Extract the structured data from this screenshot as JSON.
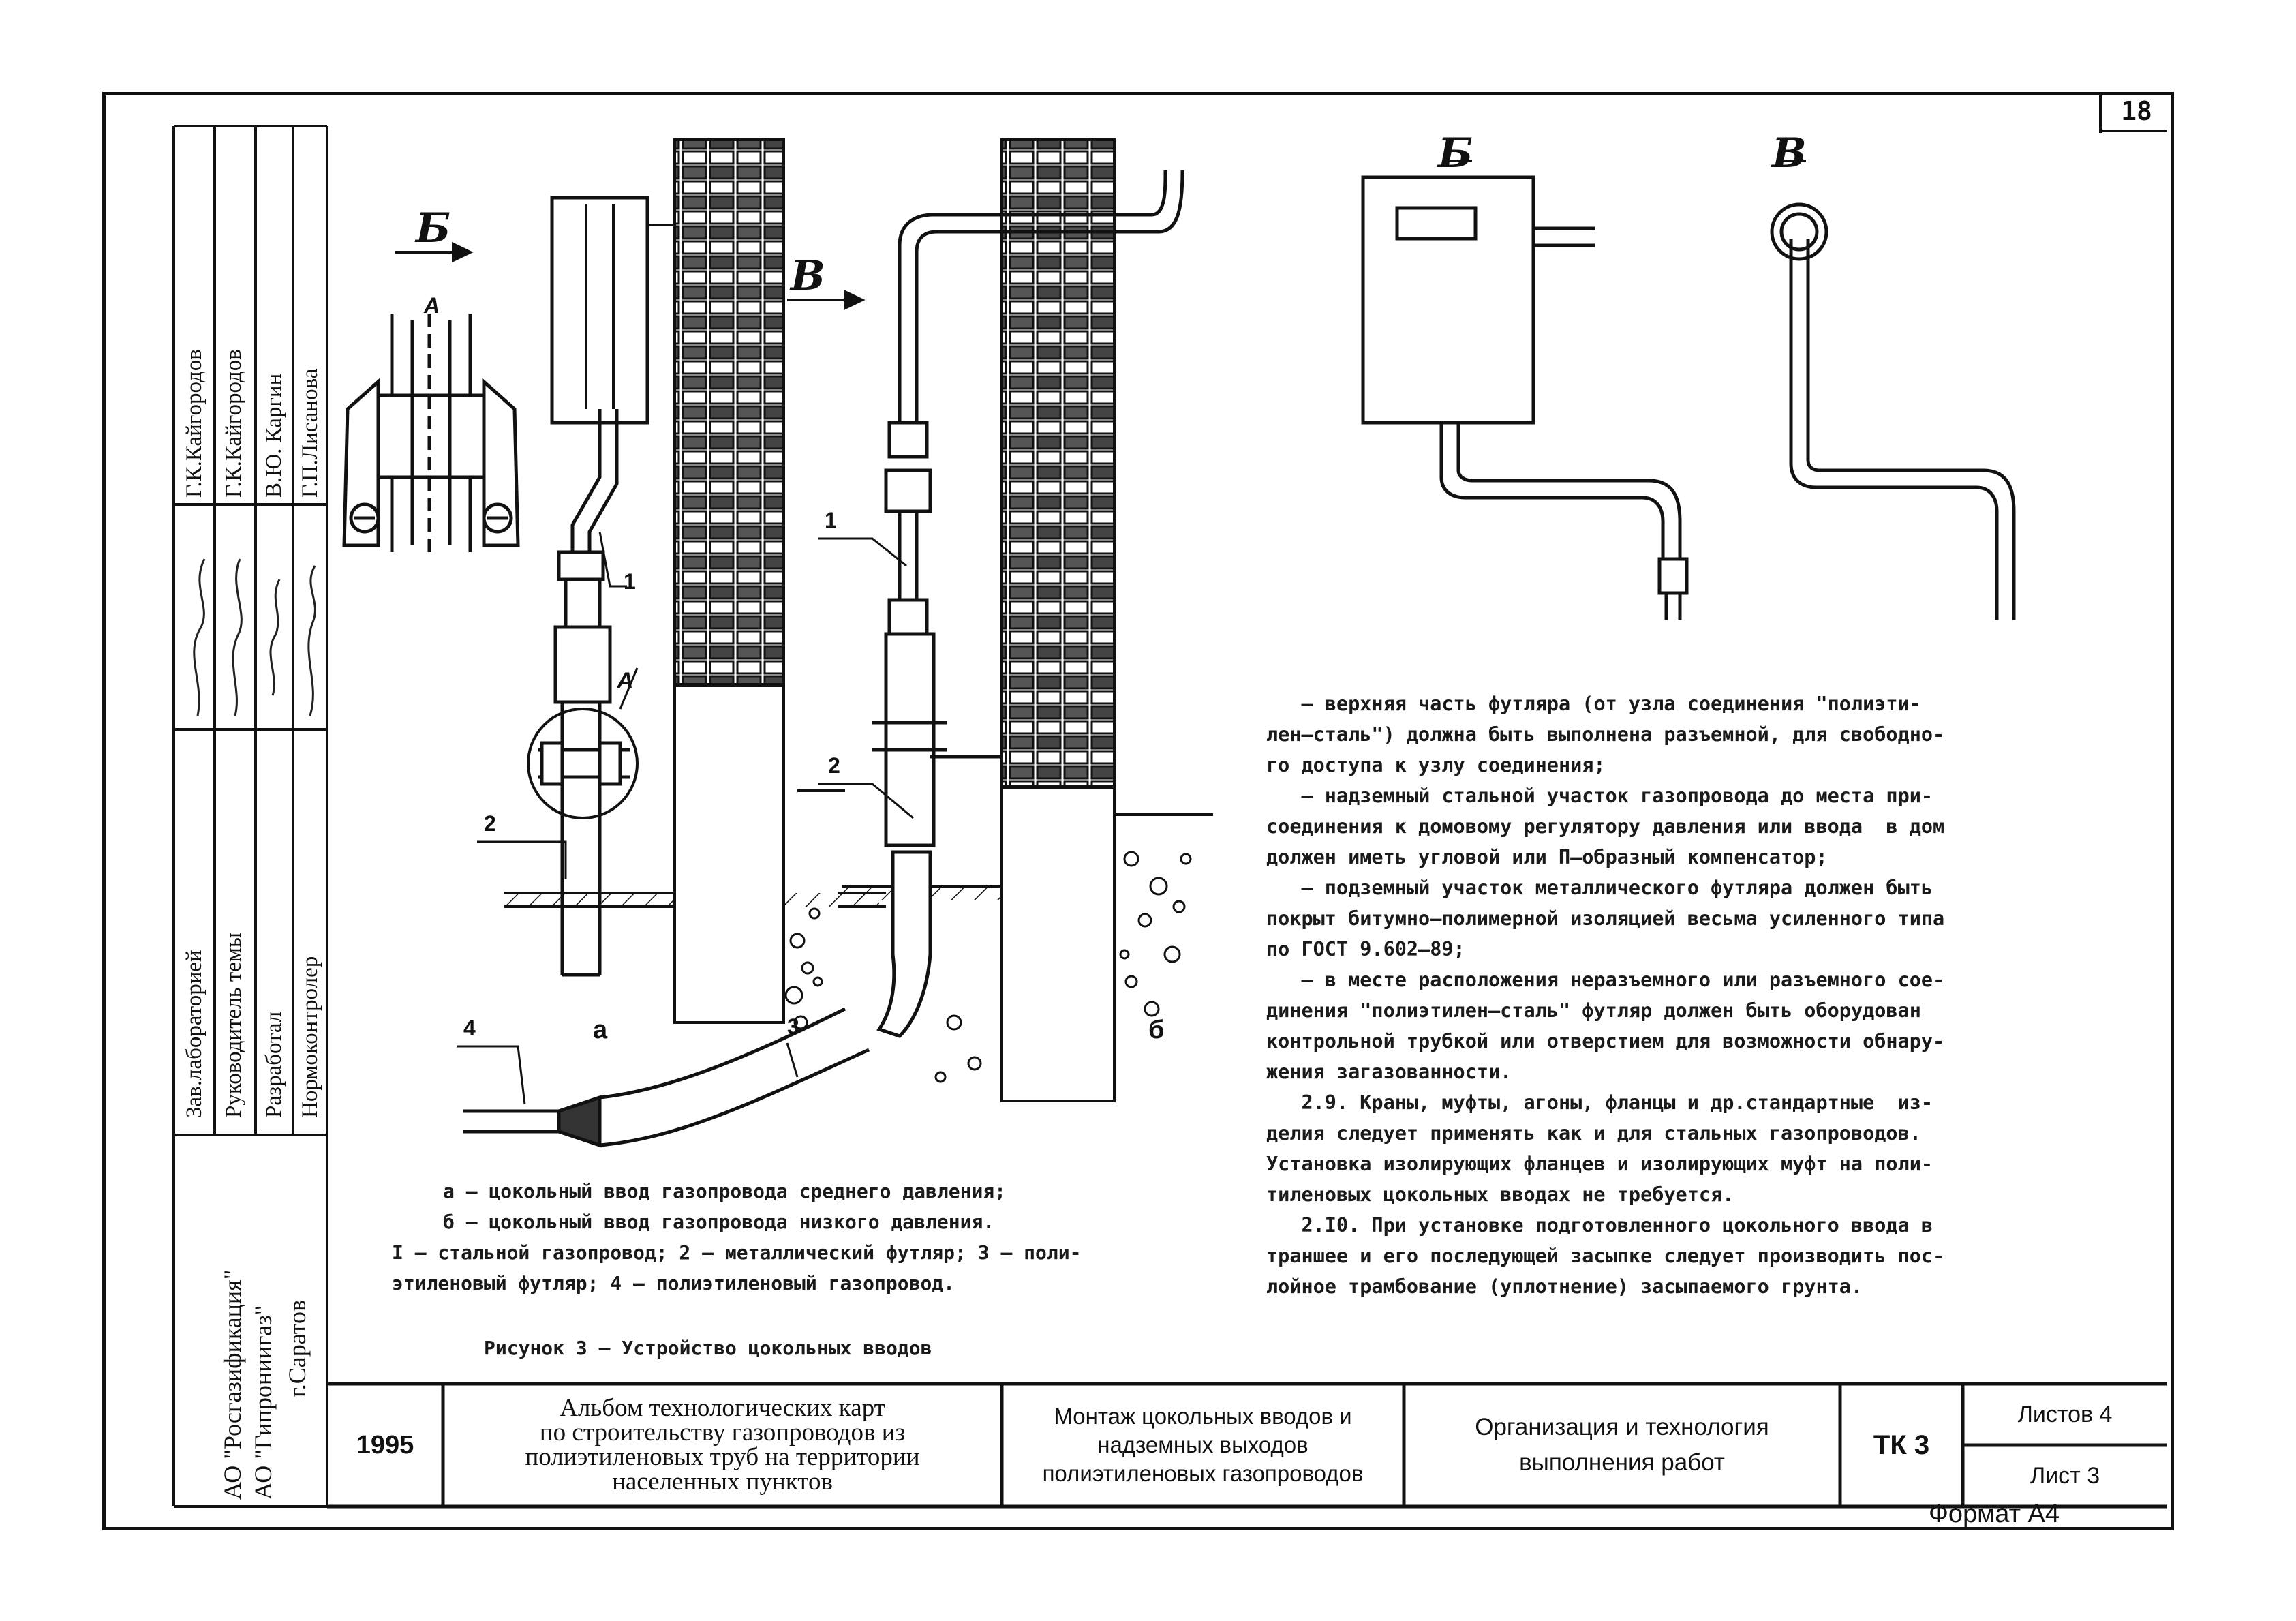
{
  "sheet_number": "18",
  "sidebar": {
    "org_lines": [
      "АО \"Росгазификация\"",
      "АО \"Гипрониигаз\"",
      "г.Саратов"
    ],
    "roles": [
      "Зав.лабораторией",
      "Руководитель темы",
      "Разработал",
      "Нормоконтролер"
    ],
    "names": [
      "Г.К.Кайгородов",
      "Г.К.Кайгородов",
      "В.Ю. Каргин",
      "Г.П.Лисанова"
    ]
  },
  "figure": {
    "view_labels": {
      "b_arrow": "Б",
      "v_arrow": "В",
      "b_detail": "Б",
      "v_detail": "В",
      "a_top": "А",
      "a_circle": "А"
    },
    "part_labels": {
      "a1": "1",
      "a2": "2",
      "a4": "4",
      "a3": "3",
      "b1": "1",
      "b2": "2"
    },
    "sub_labels": {
      "a": "а",
      "b": "б"
    },
    "caption_lines": [
      "а – цокольный ввод газопровода среднего давления;",
      "б – цокольный ввод газопровода низкого давления.",
      "I – стальной газопровод; 2 – металлический футляр; 3 – поли-",
      "этиленовый футляр; 4 – полиэтиленовый газопровод."
    ],
    "title": "Рисунок 3 – Устройство цокольных вводов"
  },
  "body_text": [
    "   – верхняя часть футляра (от узла соединения \"полиэти-",
    "лен–сталь\") должна быть выполнена разъемной, для свободно-",
    "го доступа к узлу соединения;",
    "   – надземный стальной участок газопровода до места при-",
    "соединения к домовому регулятору давления или ввода  в дом",
    "должен иметь угловой или П–образный компенсатор;",
    "   – подземный участок металлического футляра должен быть",
    "покрыт битумно–полимерной изоляцией весьма усиленного типа",
    "по ГОСТ 9.602–89;",
    "   – в месте расположения неразъемного или разъемного сое-",
    "динения \"полиэтилен–сталь\" футляр должен быть оборудован",
    "контрольной трубкой или отверстием для возможности обнару-",
    "жения загазованности.",
    "   2.9. Краны, муфты, агоны, фланцы и др.стандартные  из-",
    "делия следует применять как и для стальных газопроводов.",
    "Установка изолирующих фланцев и изолирующих муфт на поли-",
    "тиленовых цокольных вводах не требуется.",
    "   2.I0. При установке подготовленного цокольного ввода в",
    "траншее и его последующей засыпке следует производить пос-",
    "лойное трамбование (уплотнение) засыпаемого грунта."
  ],
  "stamp": {
    "year": "1995",
    "album": [
      "Альбом технологических карт",
      "по строительству  газопроводов из",
      "полиэтиленовых труб на территории",
      "населенных пунктов"
    ],
    "topic": [
      "Монтаж цокольных вводов и",
      "надземных выходов",
      "полиэтиленовых газопроводов"
    ],
    "section": [
      "Организация и технология",
      "выполнения работ"
    ],
    "code": "ТК 3",
    "sheets_total": "Листов 4",
    "sheet": "Лист 3"
  },
  "format_label": "Формат А4"
}
